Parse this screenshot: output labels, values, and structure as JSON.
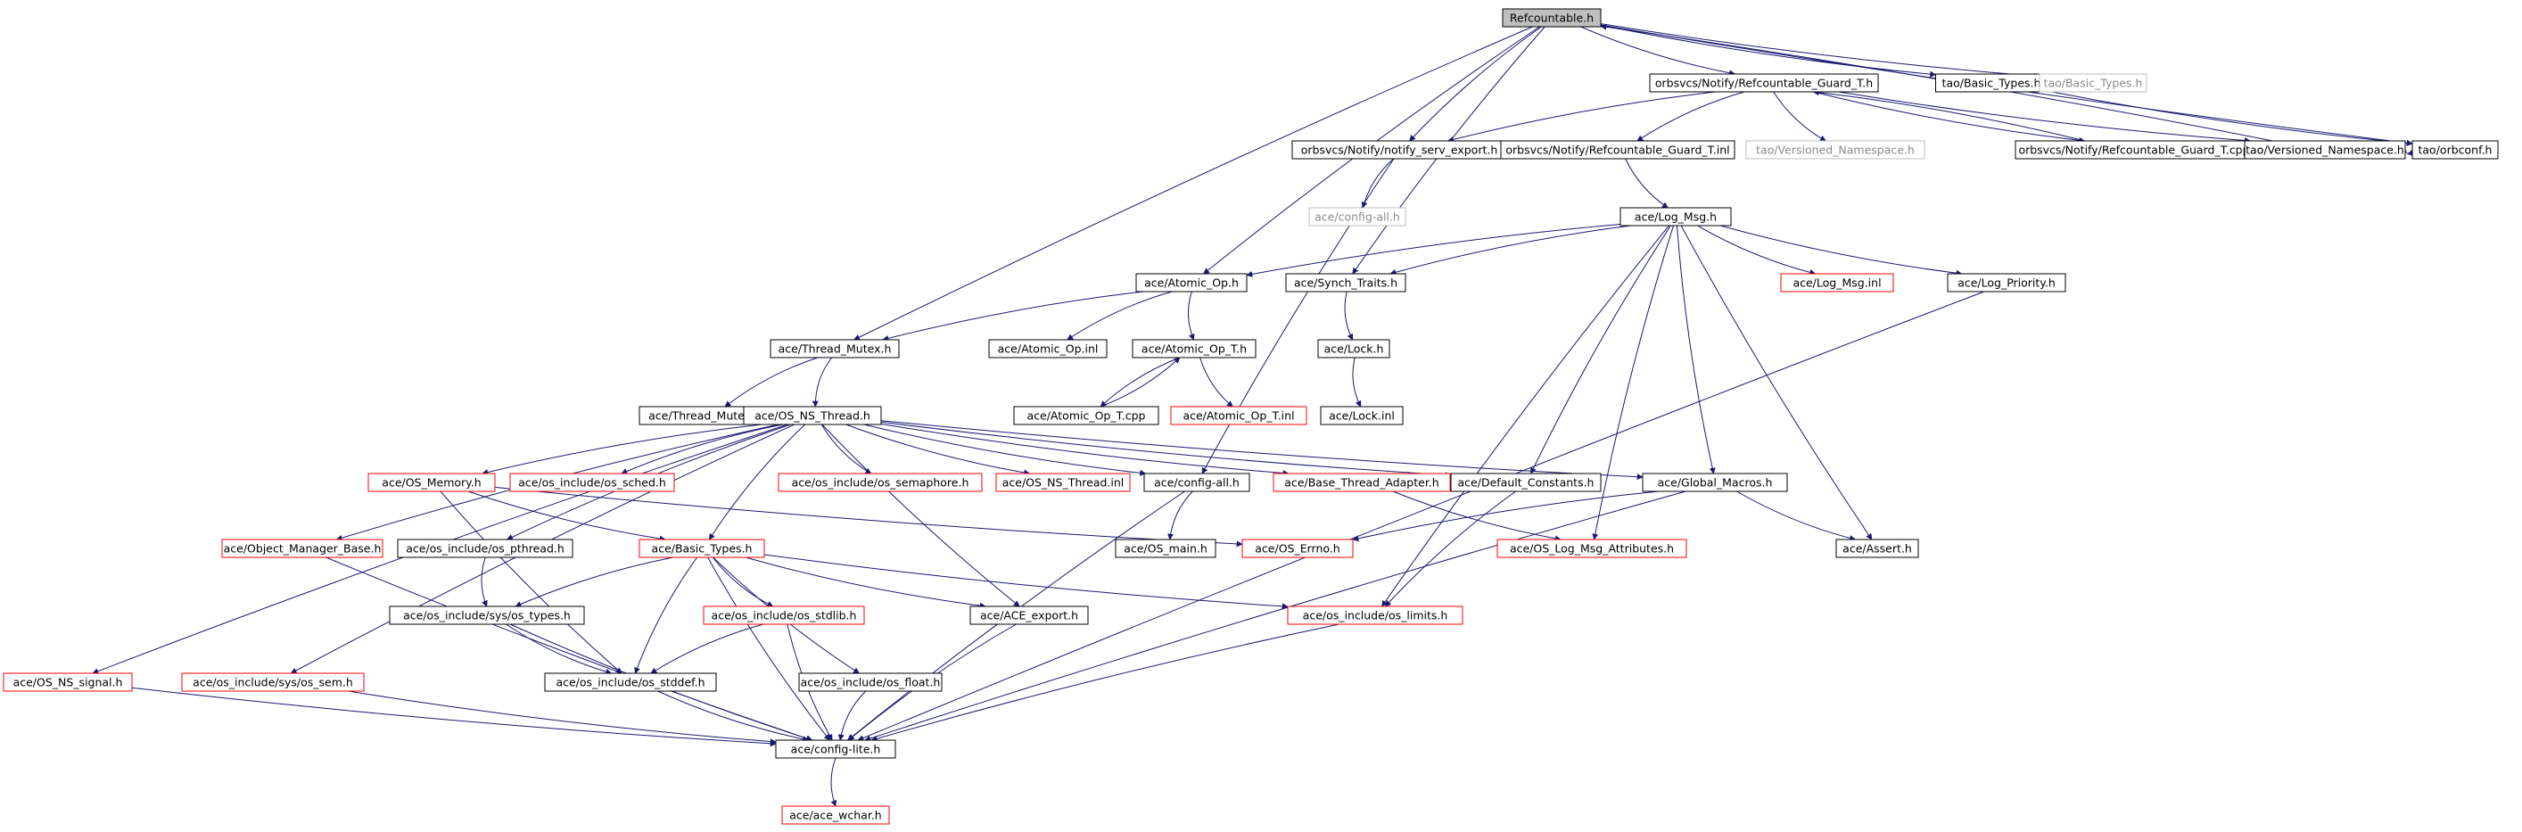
{
  "nodes": [
    {
      "id": "root",
      "label": "Refcountable.h",
      "status": "root"
    },
    {
      "id": "guard",
      "label": "orbsvcs/Notify/Refcountable_Guard_T.h",
      "status": "normal"
    },
    {
      "id": "tao_bt",
      "label": "tao/Basic_Types.h",
      "status": "normal"
    },
    {
      "id": "tao_bt_u",
      "label": "tao/Basic_Types.h",
      "status": "unresolved"
    },
    {
      "id": "export",
      "label": "orbsvcs/Notify/notify_serv_export.h",
      "status": "normal"
    },
    {
      "id": "guard_inl",
      "label": "orbsvcs/Notify/Refcountable_Guard_T.inl",
      "status": "normal"
    },
    {
      "id": "tao_vn_u",
      "label": "tao/Versioned_Namespace.h",
      "status": "unresolved"
    },
    {
      "id": "guard_cpp",
      "label": "orbsvcs/Notify/Refcountable_Guard_T.cpp",
      "status": "normal"
    },
    {
      "id": "tao_vn",
      "label": "tao/Versioned_Namespace.h",
      "status": "normal"
    },
    {
      "id": "orbconf",
      "label": "tao/orbconf.h",
      "status": "normal"
    },
    {
      "id": "cfgall_u",
      "label": "ace/config-all.h",
      "status": "unresolved"
    },
    {
      "id": "logmsg",
      "label": "ace/Log_Msg.h",
      "status": "normal"
    },
    {
      "id": "atomic",
      "label": "ace/Atomic_Op.h",
      "status": "normal"
    },
    {
      "id": "synch",
      "label": "ace/Synch_Traits.h",
      "status": "normal"
    },
    {
      "id": "logmsg_inl",
      "label": "ace/Log_Msg.inl",
      "status": "truncated"
    },
    {
      "id": "logprio",
      "label": "ace/Log_Priority.h",
      "status": "normal"
    },
    {
      "id": "thrmutex",
      "label": "ace/Thread_Mutex.h",
      "status": "normal"
    },
    {
      "id": "atomic_inl",
      "label": "ace/Atomic_Op.inl",
      "status": "normal"
    },
    {
      "id": "atomic_t",
      "label": "ace/Atomic_Op_T.h",
      "status": "normal"
    },
    {
      "id": "lock",
      "label": "ace/Lock.h",
      "status": "normal"
    },
    {
      "id": "thrmutex_inl",
      "label": "ace/Thread_Mutex.inl",
      "status": "normal"
    },
    {
      "id": "nsthread",
      "label": "ace/OS_NS_Thread.h",
      "status": "normal"
    },
    {
      "id": "atomic_t_cpp",
      "label": "ace/Atomic_Op_T.cpp",
      "status": "normal"
    },
    {
      "id": "atomic_t_inl",
      "label": "ace/Atomic_Op_T.inl",
      "status": "truncated"
    },
    {
      "id": "lock_inl",
      "label": "ace/Lock.inl",
      "status": "normal"
    },
    {
      "id": "osmem",
      "label": "ace/OS_Memory.h",
      "status": "truncated"
    },
    {
      "id": "sched",
      "label": "ace/os_include/os_sched.h",
      "status": "truncated"
    },
    {
      "id": "sema",
      "label": "ace/os_include/os_semaphore.h",
      "status": "truncated"
    },
    {
      "id": "nsthr_inl",
      "label": "ace/OS_NS_Thread.inl",
      "status": "truncated"
    },
    {
      "id": "cfgall",
      "label": "ace/config-all.h",
      "status": "normal"
    },
    {
      "id": "bta",
      "label": "ace/Base_Thread_Adapter.h",
      "status": "truncated"
    },
    {
      "id": "defconst",
      "label": "ace/Default_Constants.h",
      "status": "normal"
    },
    {
      "id": "globmac",
      "label": "ace/Global_Macros.h",
      "status": "normal"
    },
    {
      "id": "objmgr",
      "label": "ace/Object_Manager_Base.h",
      "status": "truncated"
    },
    {
      "id": "pthread",
      "label": "ace/os_include/os_pthread.h",
      "status": "normal"
    },
    {
      "id": "basictypes",
      "label": "ace/Basic_Types.h",
      "status": "truncated"
    },
    {
      "id": "osmain",
      "label": "ace/OS_main.h",
      "status": "normal"
    },
    {
      "id": "errno",
      "label": "ace/OS_Errno.h",
      "status": "truncated"
    },
    {
      "id": "logattr",
      "label": "ace/OS_Log_Msg_Attributes.h",
      "status": "truncated"
    },
    {
      "id": "assert",
      "label": "ace/Assert.h",
      "status": "normal"
    },
    {
      "id": "systypes",
      "label": "ace/os_include/sys/os_types.h",
      "status": "normal"
    },
    {
      "id": "stdlib",
      "label": "ace/os_include/os_stdlib.h",
      "status": "truncated"
    },
    {
      "id": "aceexport",
      "label": "ace/ACE_export.h",
      "status": "normal"
    },
    {
      "id": "limits",
      "label": "ace/os_include/os_limits.h",
      "status": "truncated"
    },
    {
      "id": "nssignal",
      "label": "ace/OS_NS_signal.h",
      "status": "truncated"
    },
    {
      "id": "syssem",
      "label": "ace/os_include/sys/os_sem.h",
      "status": "truncated"
    },
    {
      "id": "stddef",
      "label": "ace/os_include/os_stddef.h",
      "status": "normal"
    },
    {
      "id": "float",
      "label": "ace/os_include/os_float.h",
      "status": "normal"
    },
    {
      "id": "cfglite",
      "label": "ace/config-lite.h",
      "status": "normal"
    },
    {
      "id": "wchar",
      "label": "ace/ace_wchar.h",
      "status": "truncated"
    }
  ],
  "edges": [
    [
      "root",
      "guard"
    ],
    [
      "root",
      "tao_bt"
    ],
    [
      "root",
      "tao_bt_u"
    ],
    [
      "root",
      "export"
    ],
    [
      "root",
      "synch"
    ],
    [
      "root",
      "atomic"
    ],
    [
      "root",
      "thrmutex"
    ],
    [
      "root",
      "orbconf"
    ],
    [
      "guard",
      "export"
    ],
    [
      "guard",
      "guard_inl"
    ],
    [
      "guard",
      "tao_vn_u"
    ],
    [
      "guard",
      "guard_cpp"
    ],
    [
      "guard",
      "tao_vn"
    ],
    [
      "guard_cpp",
      "guard"
    ],
    [
      "tao_vn",
      "root"
    ],
    [
      "tao_bt",
      "orbconf"
    ],
    [
      "tao_vn",
      "orbconf"
    ],
    [
      "export",
      "cfgall_u"
    ],
    [
      "export",
      "cfgall"
    ],
    [
      "guard_inl",
      "logmsg"
    ],
    [
      "logmsg",
      "atomic"
    ],
    [
      "logmsg",
      "synch"
    ],
    [
      "logmsg",
      "logmsg_inl"
    ],
    [
      "logmsg",
      "logprio"
    ],
    [
      "logmsg",
      "defconst"
    ],
    [
      "logmsg",
      "globmac"
    ],
    [
      "logmsg",
      "logattr"
    ],
    [
      "logmsg",
      "limits"
    ],
    [
      "logmsg",
      "assert"
    ],
    [
      "atomic",
      "thrmutex"
    ],
    [
      "atomic",
      "atomic_inl"
    ],
    [
      "atomic",
      "atomic_t"
    ],
    [
      "synch",
      "lock"
    ],
    [
      "lock",
      "lock_inl"
    ],
    [
      "atomic_t",
      "atomic_t_cpp"
    ],
    [
      "atomic_t_cpp",
      "atomic_t"
    ],
    [
      "atomic_t",
      "atomic_t_inl"
    ],
    [
      "thrmutex",
      "thrmutex_inl"
    ],
    [
      "thrmutex",
      "nsthread"
    ],
    [
      "nsthread",
      "osmem"
    ],
    [
      "nsthread",
      "sched"
    ],
    [
      "nsthread",
      "sema"
    ],
    [
      "nsthread",
      "nsthr_inl"
    ],
    [
      "nsthread",
      "cfgall"
    ],
    [
      "nsthread",
      "bta"
    ],
    [
      "nsthread",
      "defconst"
    ],
    [
      "nsthread",
      "globmac"
    ],
    [
      "nsthread",
      "objmgr"
    ],
    [
      "nsthread",
      "pthread"
    ],
    [
      "nsthread",
      "basictypes"
    ],
    [
      "nsthread",
      "nssignal"
    ],
    [
      "nsthread",
      "syssem"
    ],
    [
      "nsthread",
      "aceexport"
    ],
    [
      "osmem",
      "basictypes"
    ],
    [
      "osmem",
      "errno"
    ],
    [
      "osmem",
      "stddef"
    ],
    [
      "cfgall",
      "osmain"
    ],
    [
      "cfgall",
      "cfglite"
    ],
    [
      "bta",
      "logattr"
    ],
    [
      "defconst",
      "limits"
    ],
    [
      "globmac",
      "errno"
    ],
    [
      "globmac",
      "assert"
    ],
    [
      "globmac",
      "cfglite"
    ],
    [
      "objmgr",
      "cfglite"
    ],
    [
      "pthread",
      "systypes"
    ],
    [
      "basictypes",
      "systypes"
    ],
    [
      "basictypes",
      "stdlib"
    ],
    [
      "basictypes",
      "aceexport"
    ],
    [
      "basictypes",
      "limits"
    ],
    [
      "basictypes",
      "stddef"
    ],
    [
      "basictypes",
      "float"
    ],
    [
      "basictypes",
      "cfglite"
    ],
    [
      "systypes",
      "stddef"
    ],
    [
      "systypes",
      "cfglite"
    ],
    [
      "stdlib",
      "stddef"
    ],
    [
      "stdlib",
      "cfglite"
    ],
    [
      "aceexport",
      "cfglite"
    ],
    [
      "limits",
      "cfglite"
    ],
    [
      "nssignal",
      "cfglite"
    ],
    [
      "syssem",
      "cfglite"
    ],
    [
      "stddef",
      "cfglite"
    ],
    [
      "float",
      "cfglite"
    ],
    [
      "logprio",
      "cfglite"
    ],
    [
      "cfglite",
      "wchar"
    ]
  ],
  "colors": {
    "edge": "#191970",
    "root_fill": "#bfbfbf",
    "normal_border": "#000000",
    "truncated_border": "#ff0000",
    "unresolved_border": "#bfbfbf",
    "text": "#000000"
  }
}
